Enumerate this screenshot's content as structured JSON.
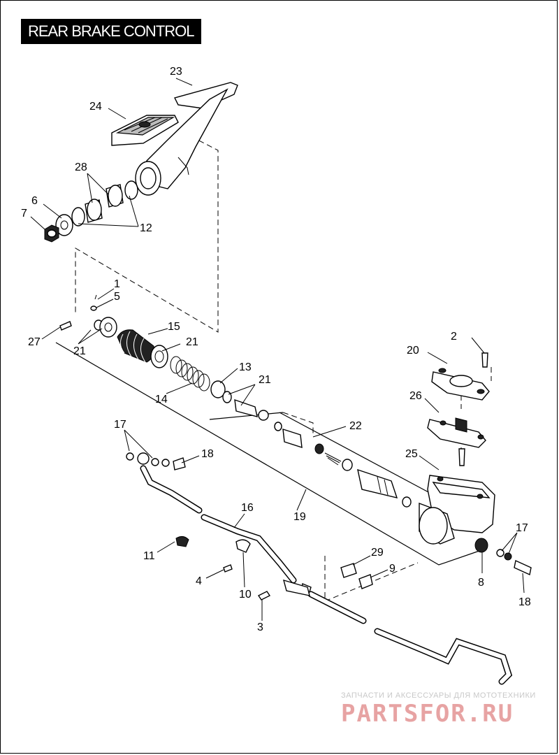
{
  "title": "REAR BRAKE CONTROL",
  "callouts": [
    "1",
    "2",
    "3",
    "4",
    "5",
    "6",
    "7",
    "8",
    "9",
    "10",
    "11",
    "12",
    "13",
    "14",
    "15",
    "16",
    "17",
    "17",
    "18",
    "18",
    "19",
    "20",
    "21",
    "21",
    "21",
    "21",
    "22",
    "23",
    "24",
    "25",
    "26",
    "27",
    "28",
    "29"
  ],
  "watermark": {
    "subtitle": "ЗАПЧАСТИ И АКСЕССУАРЫ ДЛЯ МОТОТЕХНИКИ",
    "brand": "PARTSFOR.RU"
  }
}
